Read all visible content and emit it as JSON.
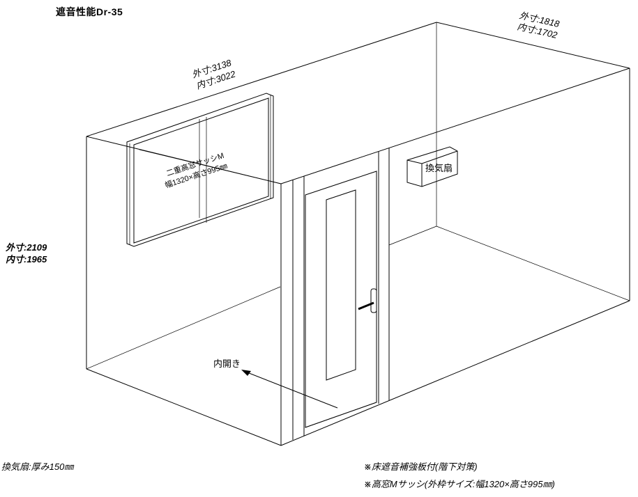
{
  "title": "遮音性能Dr-35",
  "dimensions": {
    "width": {
      "outer": "外寸:3138",
      "inner": "内寸:3022"
    },
    "depth": {
      "outer": "外寸:1818",
      "inner": "内寸:1702"
    },
    "height": {
      "outer": "外寸:2109",
      "inner": "内寸:1965"
    }
  },
  "window": {
    "line1": "二重高窓サッシM",
    "line2": "幅1320×高さ995㎜"
  },
  "fan": {
    "label": "換気扇"
  },
  "door": {
    "opening": "内開き"
  },
  "notes": {
    "left": "換気扇:厚み150㎜",
    "right1": "※床遮音補強板付(階下対策)",
    "right2": "※高窓Mサッシ(外枠サイズ:幅1320×高さ995㎜)"
  }
}
